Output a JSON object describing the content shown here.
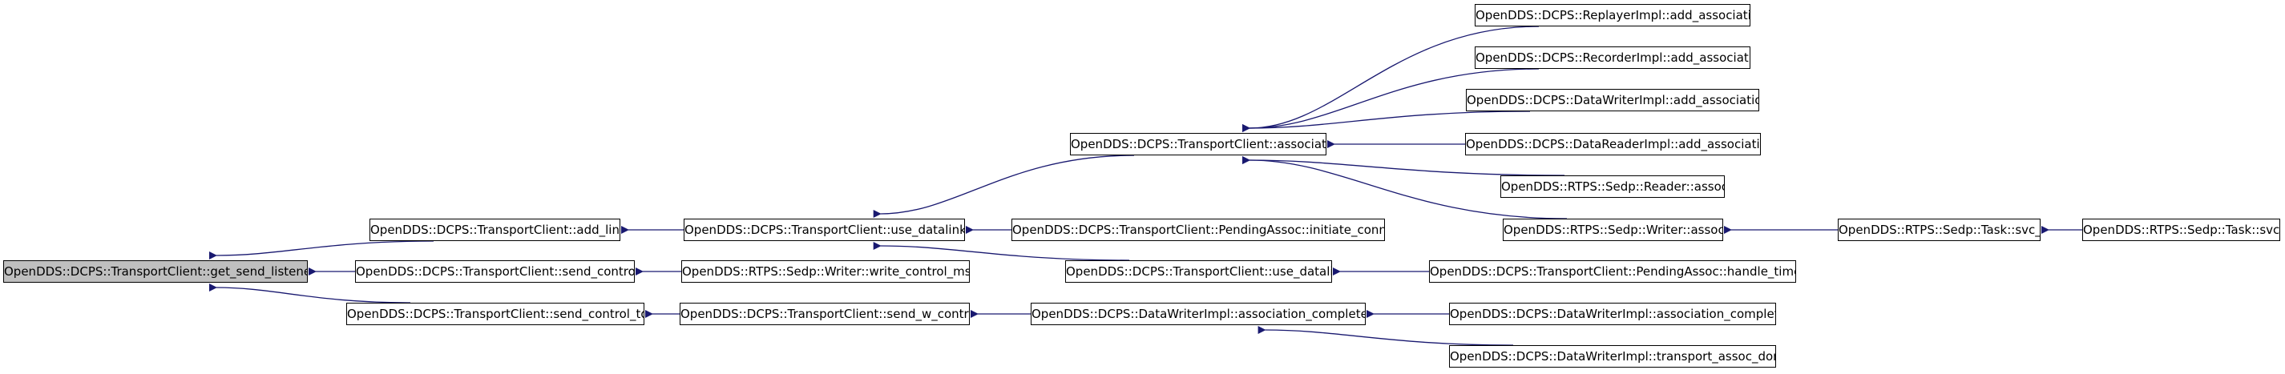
{
  "colors": {
    "edge": "#191970",
    "root_fill": "#bfbfbf",
    "node_fill": "#ffffff",
    "border": "#000000"
  },
  "nodes": {
    "get_send_listener": "OpenDDS::DCPS::TransportClient::get_send_listener",
    "add_link": "OpenDDS::DCPS::TransportClient::add_link",
    "send_control": "OpenDDS::DCPS::TransportClient::send_control",
    "send_control_to": "OpenDDS::DCPS::TransportClient::send_control_to",
    "use_datalink_i": "OpenDDS::DCPS::TransportClient::use_datalink_i",
    "write_control_msg": "OpenDDS::RTPS::Sedp::Writer::write_control_msg",
    "send_w_control": "OpenDDS::DCPS::TransportClient::send_w_control",
    "associate": "OpenDDS::DCPS::TransportClient::associate",
    "initiate_connect": "OpenDDS::DCPS::TransportClient::PendingAssoc::initiate_connect",
    "use_datalink": "OpenDDS::DCPS::TransportClient::use_datalink",
    "association_complete_i": "OpenDDS::DCPS::DataWriterImpl::association_complete_i",
    "replayer_add": "OpenDDS::DCPS::ReplayerImpl::add_association",
    "recorder_add": "OpenDDS::DCPS::RecorderImpl::add_association",
    "datawriter_add": "OpenDDS::DCPS::DataWriterImpl::add_association",
    "datareader_add": "OpenDDS::DCPS::DataReaderImpl::add_association",
    "reader_assoc": "OpenDDS::RTPS::Sedp::Reader::assoc",
    "writer_assoc": "OpenDDS::RTPS::Sedp::Writer::assoc",
    "handle_timeout": "OpenDDS::DCPS::TransportClient::PendingAssoc::handle_timeout",
    "association_complete": "OpenDDS::DCPS::DataWriterImpl::association_complete",
    "transport_assoc_done": "OpenDDS::DCPS::DataWriterImpl::transport_assoc_done",
    "task_svc_i": "OpenDDS::RTPS::Sedp::Task::svc_i",
    "task_svc": "OpenDDS::RTPS::Sedp::Task::svc"
  },
  "edges": [
    [
      "add_link",
      "get_send_listener"
    ],
    [
      "send_control",
      "get_send_listener"
    ],
    [
      "send_control_to",
      "get_send_listener"
    ],
    [
      "use_datalink_i",
      "add_link"
    ],
    [
      "write_control_msg",
      "send_control"
    ],
    [
      "send_w_control",
      "send_control_to"
    ],
    [
      "associate",
      "use_datalink_i"
    ],
    [
      "initiate_connect",
      "use_datalink_i"
    ],
    [
      "use_datalink",
      "use_datalink_i"
    ],
    [
      "association_complete_i",
      "send_w_control"
    ],
    [
      "replayer_add",
      "associate"
    ],
    [
      "recorder_add",
      "associate"
    ],
    [
      "datawriter_add",
      "associate"
    ],
    [
      "datareader_add",
      "associate"
    ],
    [
      "reader_assoc",
      "associate"
    ],
    [
      "writer_assoc",
      "associate"
    ],
    [
      "handle_timeout",
      "use_datalink"
    ],
    [
      "association_complete",
      "association_complete_i"
    ],
    [
      "transport_assoc_done",
      "association_complete_i"
    ],
    [
      "task_svc_i",
      "writer_assoc"
    ],
    [
      "task_svc",
      "task_svc_i"
    ]
  ]
}
